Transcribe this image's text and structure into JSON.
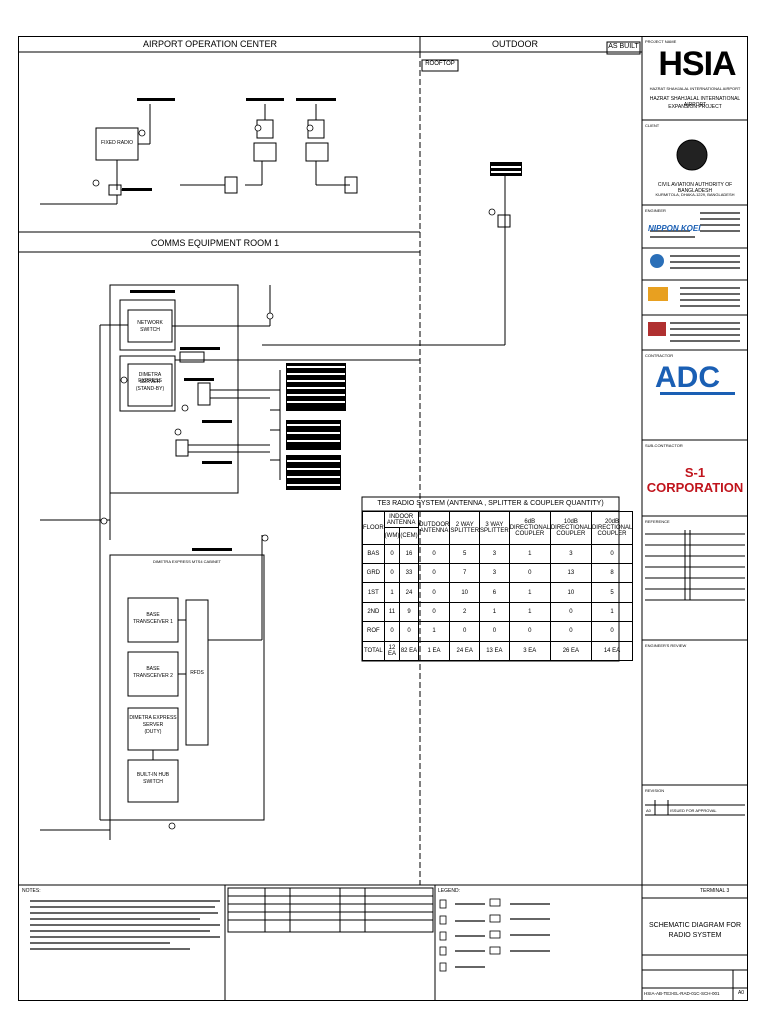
{
  "sections": {
    "aoc": "AIRPORT OPERATION CENTER",
    "outdoor": "OUTDOOR",
    "as_built": "AS BUILT",
    "rooftop": "ROOFTOP",
    "comms": "COMMS EQUIPMENT ROOM 1"
  },
  "devices": {
    "fixed_radio": "FIXED RADIO",
    "network_switch_1": "NETWORK",
    "network_switch_2": "SWITCH",
    "dimetra_standby_1": "DIMETRA EXPRESS",
    "dimetra_standby_2": "SERVER",
    "dimetra_standby_3": "(STAND-BY)",
    "cabinet_title": "DIMETRA EXPRESS MTS4 CABINET",
    "base1_1": "BASE",
    "base1_2": "TRANSCEIVER 1",
    "base2_1": "BASE",
    "base2_2": "TRANSCEIVER 2",
    "rfds": "RFDS",
    "dimetra_duty_1": "DIMETRA EXPRESS",
    "dimetra_duty_2": "SERVER",
    "dimetra_duty_3": "(DUTY)",
    "hub_1": "BUILT-IN HUB",
    "hub_2": "SWITCH"
  },
  "quantity_table": {
    "title": "TE3 RADIO SYSTEM (ANTENNA , SPLITTER & COUPLER QUANTITY)",
    "h_floor": "FLOOR",
    "h_indoor": "INDOOR ANTENNA",
    "h_wm": "(WM)",
    "h_cem": "(CEM)",
    "h_outdoor": "OUTDOOR ANTENNA",
    "h_2way": "2 WAY SPLITTER",
    "h_3way": "3 WAY SPLITTER",
    "h_6db": "6dB DIRECTIONAL COUPLER",
    "h_10db": "10dB DIRECTIONAL COUPLER",
    "h_20db": "20dB DIRECTIONAL COUPLER",
    "rows": [
      [
        "BAS",
        "0",
        "16",
        "0",
        "5",
        "3",
        "1",
        "3",
        "0"
      ],
      [
        "GRD",
        "0",
        "33",
        "0",
        "7",
        "3",
        "0",
        "13",
        "8"
      ],
      [
        "1ST",
        "1",
        "24",
        "0",
        "10",
        "6",
        "1",
        "10",
        "5"
      ],
      [
        "2ND",
        "11",
        "9",
        "0",
        "2",
        "1",
        "1",
        "0",
        "1"
      ],
      [
        "ROF",
        "0",
        "0",
        "1",
        "0",
        "0",
        "0",
        "0",
        "0"
      ],
      [
        "TOTAL",
        "12 EA",
        "82 EA",
        "1 EA",
        "24 EA",
        "13 EA",
        "3 EA",
        "26 EA",
        "14 EA"
      ]
    ]
  },
  "title_block": {
    "project_name_label": "PROJECT NAME",
    "logo": "HSIA",
    "logo_sub": "HAZRAT SHAHJALAL INTERNATIONAL AIRPORT",
    "project_1": "HAZRAT SHAHJALAL INTERNATIONAL AIRPORT",
    "project_2": "EXPANSION PROJECT",
    "client_label": "CLIENT",
    "client_1": "CIVIL AVIATION AUTHORITY OF BANGLADESH",
    "client_2": "KURMITOLA, DHAKA-1229, BANGLADESH",
    "engineer_label": "ENGINEER",
    "nippon": "NIPPON KOEI",
    "contractor_label": "CONTRACTOR",
    "adc": "ADC",
    "subcontractor_label": "SUB-CONTRACTOR",
    "s1": "S-1 CORPORATION",
    "reference_label": "REFERENCE",
    "engineer_review": "ENGINEER'S REVIEW",
    "revision_label": "REVISION",
    "rev_no": "A0",
    "rev_desc": "ISSUED FOR APPROVAL",
    "building": "TERMINAL 3",
    "drawing_title_1": "SCHEMATIC DIAGRAM FOR",
    "drawing_title_2": "RADIO SYSTEM",
    "drawing_no": "HSIA-AB-TE3-EL-RAD-01C-SCH-001",
    "rev": "A0"
  },
  "notes_label": "NOTES:",
  "legend_label": "LEGEND:"
}
